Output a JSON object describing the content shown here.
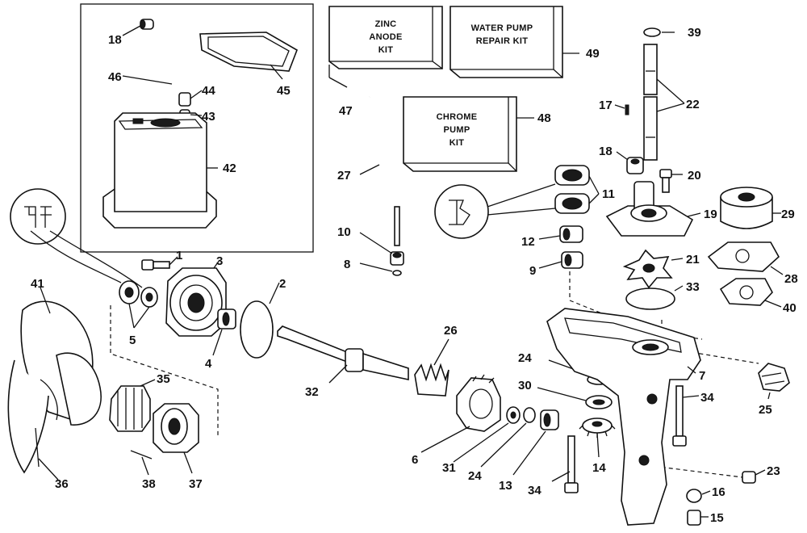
{
  "kits": {
    "zinc": [
      "ZINC",
      "ANODE",
      "KIT"
    ],
    "water": [
      "WATER PUMP",
      "REPAIR KIT"
    ],
    "chrome": [
      "CHROME",
      "PUMP",
      "KIT"
    ]
  },
  "callouts": [
    {
      "id": "c18a",
      "text": "18"
    },
    {
      "id": "c46",
      "text": "46"
    },
    {
      "id": "c44",
      "text": "44"
    },
    {
      "id": "c43",
      "text": "43"
    },
    {
      "id": "c45",
      "text": "45"
    },
    {
      "id": "c42",
      "text": "42"
    },
    {
      "id": "c47",
      "text": "47"
    },
    {
      "id": "c49",
      "text": "49"
    },
    {
      "id": "c48",
      "text": "48"
    },
    {
      "id": "c39",
      "text": "39"
    },
    {
      "id": "c22",
      "text": "22"
    },
    {
      "id": "c17",
      "text": "17"
    },
    {
      "id": "c18b",
      "text": "18"
    },
    {
      "id": "c20",
      "text": "20"
    },
    {
      "id": "c27",
      "text": "27"
    },
    {
      "id": "c11",
      "text": "11"
    },
    {
      "id": "c29",
      "text": "29"
    },
    {
      "id": "c19",
      "text": "19"
    },
    {
      "id": "c10",
      "text": "10"
    },
    {
      "id": "c12",
      "text": "12"
    },
    {
      "id": "c8",
      "text": "8"
    },
    {
      "id": "c9",
      "text": "9"
    },
    {
      "id": "c21",
      "text": "21"
    },
    {
      "id": "c28",
      "text": "28"
    },
    {
      "id": "c33",
      "text": "33"
    },
    {
      "id": "c40",
      "text": "40"
    },
    {
      "id": "c1",
      "text": "1"
    },
    {
      "id": "c3",
      "text": "3"
    },
    {
      "id": "c2",
      "text": "2"
    },
    {
      "id": "c41",
      "text": "41"
    },
    {
      "id": "c5",
      "text": "5"
    },
    {
      "id": "c4",
      "text": "4"
    },
    {
      "id": "c26",
      "text": "26"
    },
    {
      "id": "c24a",
      "text": "24"
    },
    {
      "id": "c7",
      "text": "7"
    },
    {
      "id": "c32",
      "text": "32"
    },
    {
      "id": "c30",
      "text": "30"
    },
    {
      "id": "c35",
      "text": "35"
    },
    {
      "id": "c34a",
      "text": "34"
    },
    {
      "id": "c25",
      "text": "25"
    },
    {
      "id": "c6",
      "text": "6"
    },
    {
      "id": "c31",
      "text": "31"
    },
    {
      "id": "c24b",
      "text": "24"
    },
    {
      "id": "c13",
      "text": "13"
    },
    {
      "id": "c14",
      "text": "14"
    },
    {
      "id": "c34b",
      "text": "34"
    },
    {
      "id": "c23",
      "text": "23"
    },
    {
      "id": "c16",
      "text": "16"
    },
    {
      "id": "c15",
      "text": "15"
    },
    {
      "id": "c36",
      "text": "36"
    },
    {
      "id": "c38",
      "text": "38"
    },
    {
      "id": "c37",
      "text": "37"
    }
  ]
}
